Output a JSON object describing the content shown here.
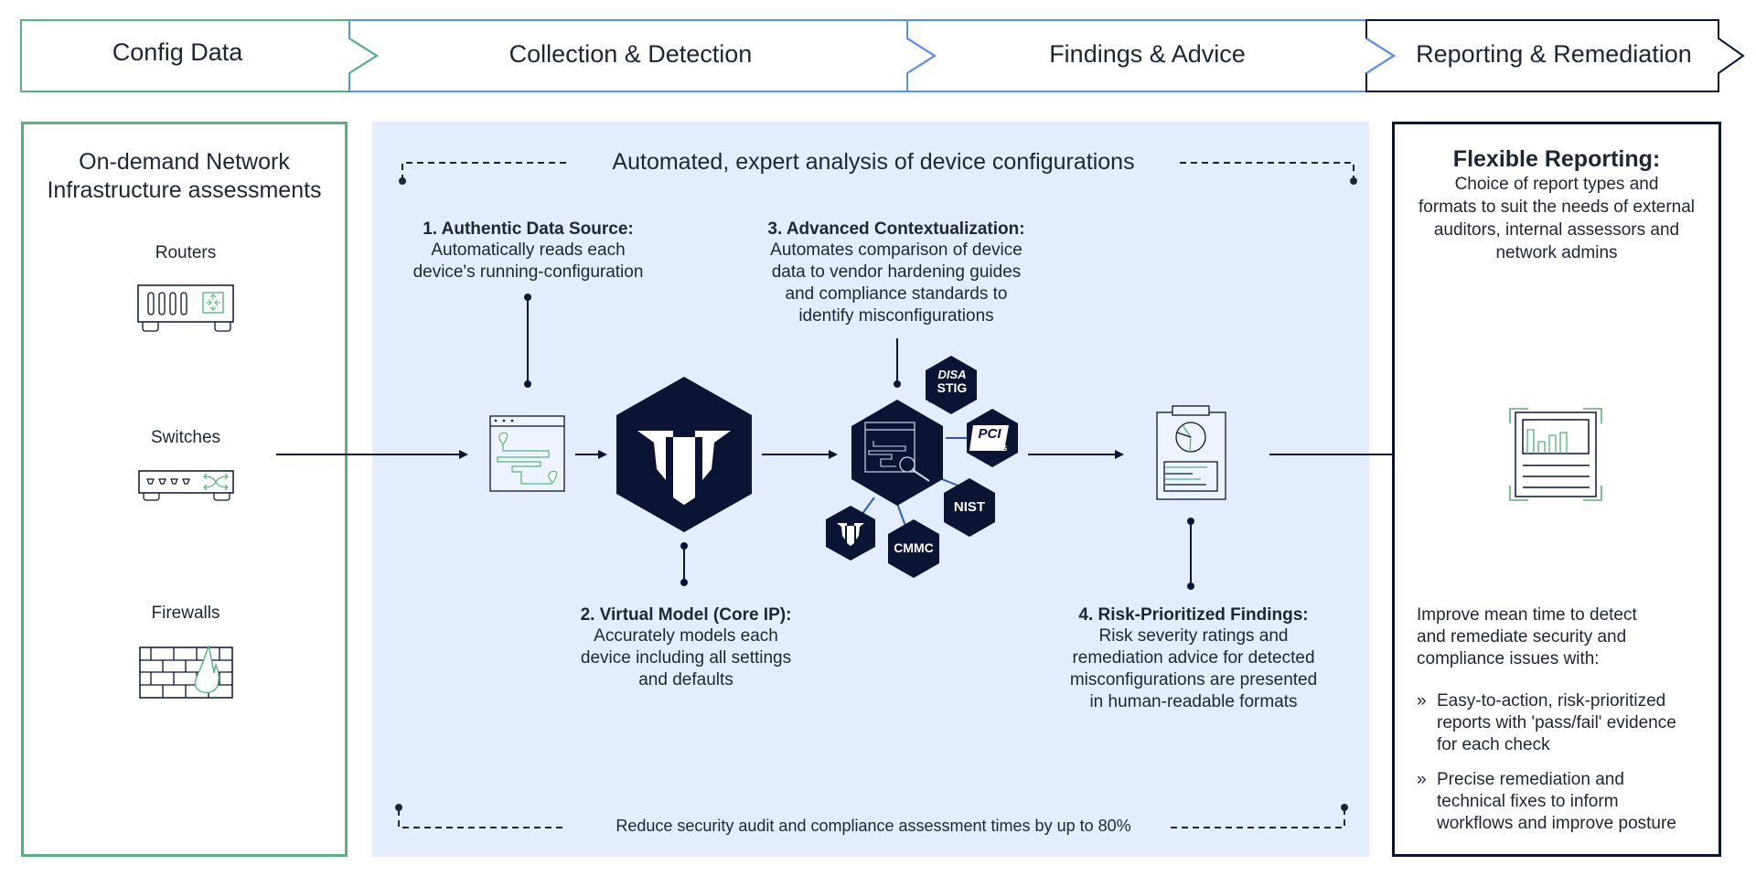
{
  "colors": {
    "navy": "#0b1433",
    "green": "#5aae7f",
    "blue": "#5b8ff0",
    "panel_bg": "#e3edfd",
    "text": "#1e2633"
  },
  "stages": [
    {
      "label": "Config Data"
    },
    {
      "label": "Collection & Detection"
    },
    {
      "label": "Findings & Advice"
    },
    {
      "label": "Reporting & Remediation"
    }
  ],
  "config_panel": {
    "title_line1": "On-demand Network",
    "title_line2": "Infrastructure assessments",
    "devices": [
      {
        "label": "Routers",
        "icon": "router-icon"
      },
      {
        "label": "Switches",
        "icon": "switch-icon"
      },
      {
        "label": "Firewalls",
        "icon": "firewall-icon"
      }
    ]
  },
  "analysis_panel": {
    "banner": "Automated, expert analysis of device configurations",
    "footer": "Reduce security audit and compliance assessment times by up to 80%",
    "steps": [
      {
        "head": "1. Authentic Data Source:",
        "lines": [
          "Automatically reads each",
          "device's running-configuration"
        ]
      },
      {
        "head": "2.  Virtual Model (Core IP):",
        "lines": [
          "Accurately models each",
          "device including all settings",
          "and defaults"
        ]
      },
      {
        "head": "3.  Advanced Contextualization:",
        "lines": [
          "Automates comparison of device",
          "data to vendor hardening guides",
          "and compliance standards to",
          "identify misconfigurations"
        ]
      },
      {
        "head": "4.  Risk-Prioritized Findings:",
        "lines": [
          "Risk severity ratings and",
          "remediation advice for detected",
          "misconfigurations are presented",
          "in human-readable formats"
        ]
      }
    ],
    "standards": [
      {
        "label": "DISA STIG",
        "line1": "DISA",
        "line2": "STIG"
      },
      {
        "label": "PCI DSS",
        "line1": "PCI",
        "line2": "DSS"
      },
      {
        "label": "NIST"
      },
      {
        "label": "CMMC"
      }
    ]
  },
  "report_panel": {
    "title": "Flexible Reporting:",
    "body_lines": [
      "Choice of report types and",
      "formats to suit the needs of external",
      "auditors, internal assessors and",
      "network admins"
    ],
    "improve_lines": [
      "Improve mean time to detect",
      "and remediate security and",
      "compliance issues with:"
    ],
    "bullet_mark": "»",
    "bullets": [
      {
        "lines": [
          "Easy-to-action, risk-prioritized",
          "reports with 'pass/fail' evidence",
          "for each check"
        ]
      },
      {
        "lines": [
          "Precise remediation and",
          "technical fixes to inform",
          "workflows and improve posture"
        ]
      }
    ]
  }
}
